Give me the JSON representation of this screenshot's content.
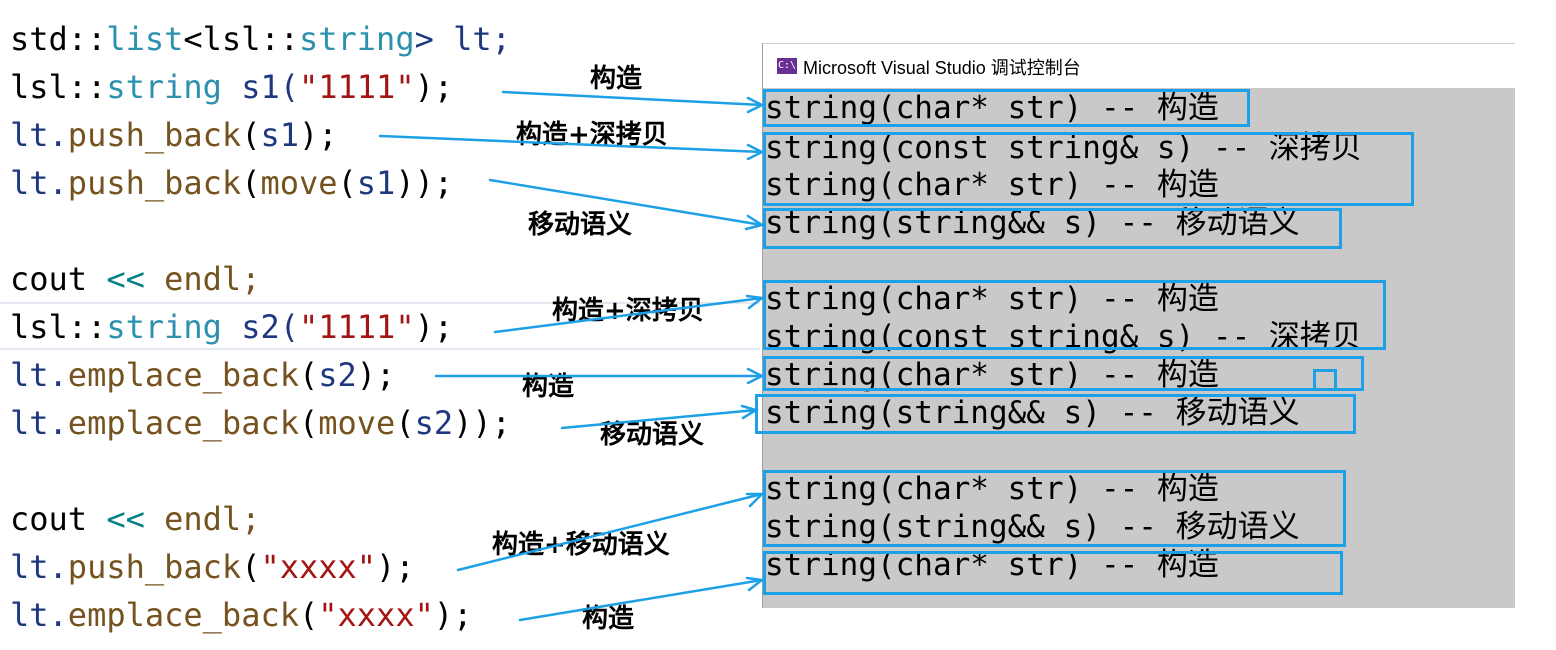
{
  "code": {
    "lines": [
      {
        "a": "std::",
        "b": "list",
        "c": "<lsl::",
        "d": "string",
        "e": "> lt;"
      },
      {
        "a": "lsl::",
        "b": "string",
        "c": " s1(",
        "d": "\"1111\"",
        "e": ");"
      },
      {
        "a": "lt.",
        "b": "push_back",
        "c": "(",
        "d": "s1",
        "e": ");"
      },
      {
        "a": "lt.",
        "b": "push_back",
        "c": "(",
        "d": "move",
        "e": "(",
        "f": "s1",
        "g": "));"
      },
      {
        "a": "cout ",
        "b": "<<",
        "c": " endl;"
      },
      {
        "a": "lsl::",
        "b": "string",
        "c": " s2(",
        "d": "\"1111\"",
        "e": ");"
      },
      {
        "a": "lt.",
        "b": "emplace_back",
        "c": "(",
        "d": "s2",
        "e": ");"
      },
      {
        "a": "lt.",
        "b": "emplace_back",
        "c": "(",
        "d": "move",
        "e": "(",
        "f": "s2",
        "g": "));"
      },
      {
        "a": "cout ",
        "b": "<<",
        "c": " endl;"
      },
      {
        "a": "lt.",
        "b": "push_back",
        "c": "(",
        "d": "\"xxxx\"",
        "e": ");"
      },
      {
        "a": "lt.",
        "b": "emplace_back",
        "c": "(",
        "d": "\"xxxx\"",
        "e": ");"
      }
    ]
  },
  "annotations": {
    "n1": "构造",
    "n2": "构造+深拷贝",
    "n3": "移动语义",
    "n4": "构造+深拷贝",
    "n5": "构造",
    "n6": "移动语义",
    "n7": "构造+移动语义",
    "n8": "构造"
  },
  "console": {
    "title": "Microsoft Visual Studio 调试控制台",
    "icon_label": "C:\\",
    "lines": [
      "string(char* str) -- 构造",
      "string(const string& s) -- 深拷贝",
      "string(char* str) -- 构造",
      "string(string&& s) -- 移动语义",
      "string(char* str) -- 构造",
      "string(const string& s) -- 深拷贝",
      "string(char* str) -- 构造",
      "string(string&& s) -- 移动语义",
      "string(char* str) -- 构造",
      "string(string&& s) -- 移动语义",
      "string(char* str) -- 构造"
    ]
  },
  "colors": {
    "highlight": "#1ea0e6",
    "type": "#2b91af",
    "string_literal": "#a31515",
    "function": "#74531f",
    "variable": "#1f377f"
  }
}
